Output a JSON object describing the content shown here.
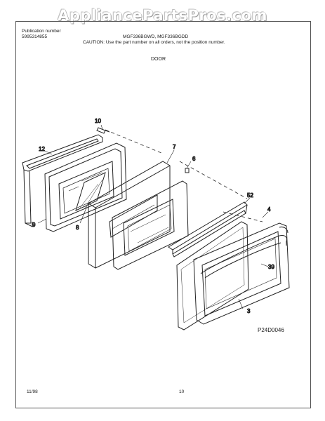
{
  "watermark": "AppliancePartsPros.com",
  "header": {
    "publication_label": "Publication number",
    "publication_number": "5995314855",
    "models": "MGF336BGWD, MGF336BGDD",
    "caution": "CAUTION:  Use the part number on all orders, not the position number."
  },
  "section_title": "DOOR",
  "callouts": {
    "c10": "10",
    "c12": "12",
    "c7": "7",
    "c6": "6",
    "c9": "9",
    "c8": "8",
    "c52": "52",
    "c4": "4",
    "c39": "39",
    "c3": "3"
  },
  "diagram_code": "P24D0046",
  "footer": {
    "date": "11/98",
    "page": "10"
  }
}
